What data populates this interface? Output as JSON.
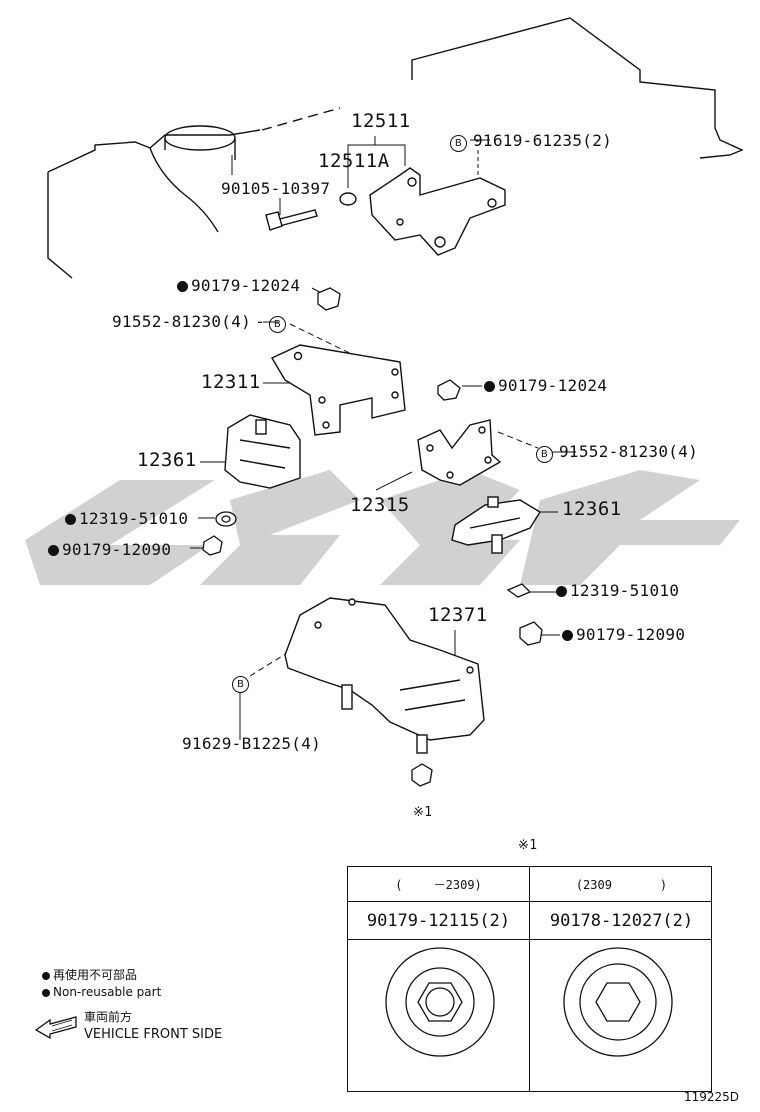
{
  "labels": {
    "p12511": "12511",
    "p12511a": "12511A",
    "p91619": "91619-61235(2)",
    "p90105": "90105-10397",
    "p90179_12024_a": "90179-12024",
    "p91552_a": "91552-81230(4)",
    "p12311": "12311",
    "p90179_12024_b": "90179-12024",
    "p12361_a": "12361",
    "p91552_b": "91552-81230(4)",
    "p12315": "12315",
    "p12361_b": "12361",
    "p12319_a": "12319-51010",
    "p90179_12090_a": "90179-12090",
    "p12319_b": "12319-51010",
    "p90179_12090_b": "90179-12090",
    "p12371": "12371",
    "p91629": "91629-B1225(4)",
    "note1": "※1",
    "note1_top": "※1",
    "circle_b": "B"
  },
  "table": {
    "col1_range": "(　　 －2309)",
    "col2_range": "(2309　　　　)",
    "col1_part": "90179-12115(2)",
    "col2_part": "90178-12027(2)"
  },
  "legend": {
    "nonreusable_jp": "再使用不可部品",
    "nonreusable_en": "Non-reusable part",
    "front_jp": "車両前方",
    "front_en": "VEHICLE FRONT SIDE"
  },
  "figure_id": "119225D"
}
